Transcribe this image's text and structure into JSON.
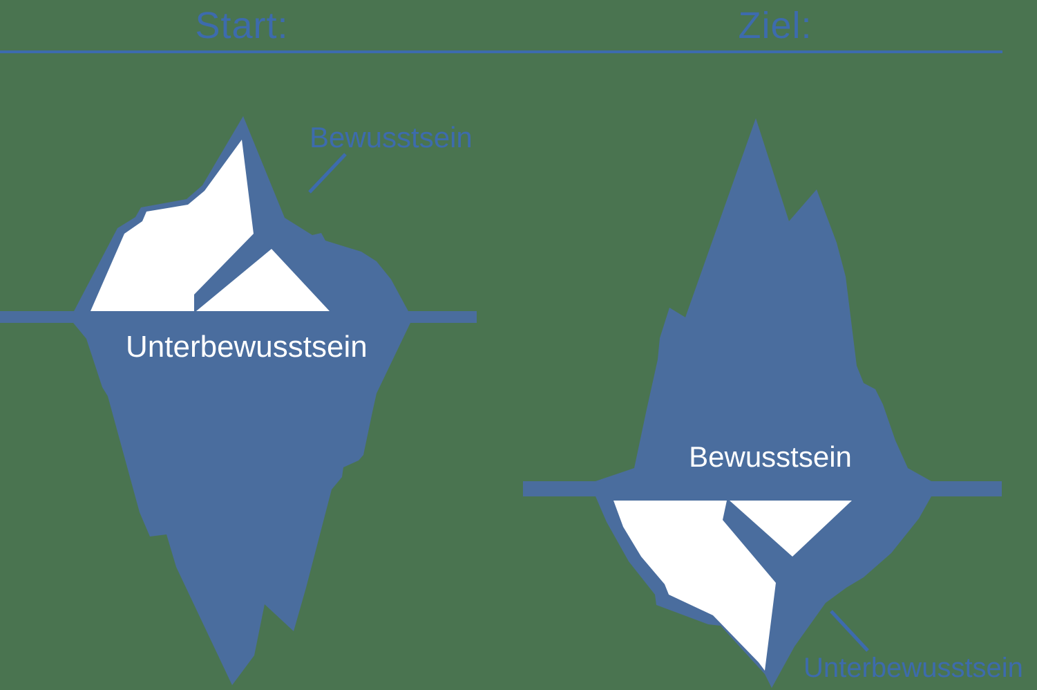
{
  "titles": {
    "left": "Start:",
    "right": "Ziel:"
  },
  "left_iceberg": {
    "above_water_label": "Bewusstsein",
    "below_water_label": "Unterbewusstsein"
  },
  "right_iceberg": {
    "above_water_label": "Bewusstsein",
    "below_water_label": "Unterbewusstsein"
  },
  "colors": {
    "bg": "#4a7450",
    "ice": "#4a6d9e",
    "accent": "#3d6bad",
    "white": "#ffffff"
  }
}
